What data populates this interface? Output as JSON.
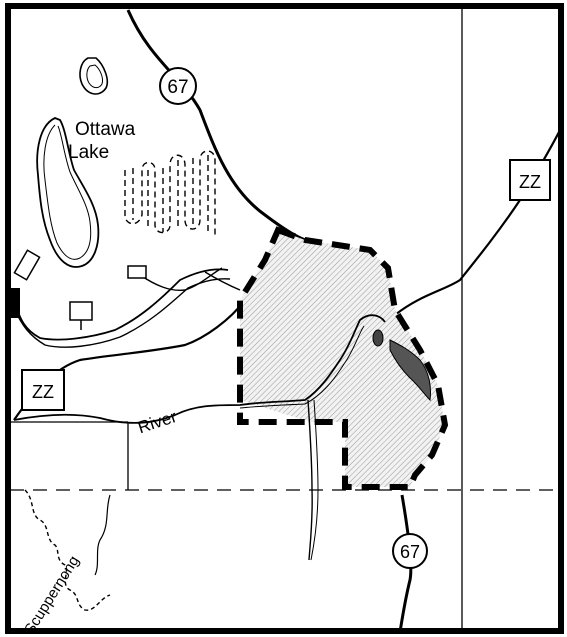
{
  "map": {
    "labels": {
      "lake_line1": "Ottawa",
      "lake_line2": "Lake",
      "river": "River",
      "scuppernong": "Scuppernong"
    },
    "route_shields": {
      "hwy67_top": "67",
      "hwy67_bottom": "67",
      "zz_right": "ZZ",
      "zz_left": "ZZ"
    },
    "colors": {
      "ink": "#000000",
      "paper": "#ffffff",
      "hatch": "#bdbdbd"
    }
  }
}
